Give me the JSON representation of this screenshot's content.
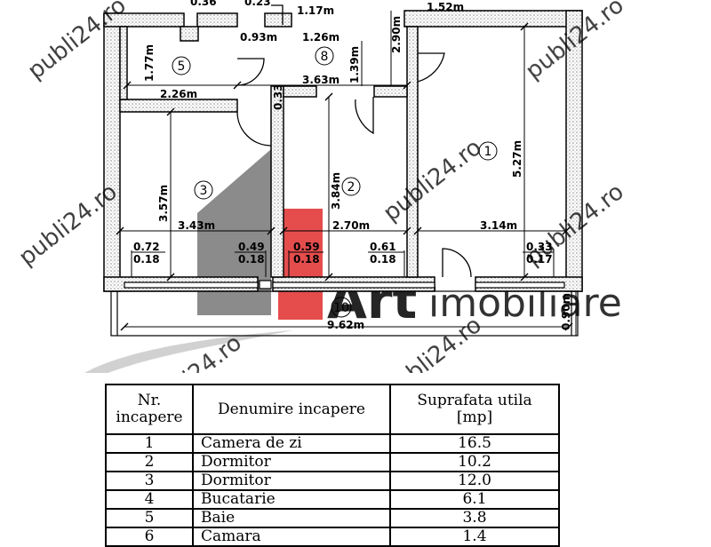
{
  "plan": {
    "dimensions": [
      "0.36",
      "0.23",
      "1.17m",
      "1.52m",
      "0.93m",
      "1.26m",
      "2.90m",
      "1.77m",
      "1.39m",
      "2.26m",
      "3.63m",
      "0.33",
      "5.27m",
      "3.57m",
      "3.84m",
      "3.43m",
      "2.70m",
      "3.14m",
      "0.72",
      "0.18",
      "0.49",
      "0.18",
      "0.59",
      "0.18",
      "0.61",
      "0.18",
      "0.33",
      "0.17",
      "9.62m",
      "0.90m"
    ],
    "room_numbers": [
      "1",
      "2",
      "3",
      "5",
      "8",
      "10"
    ]
  },
  "watermarks": {
    "site": "publi24.ro",
    "logo_art": "Art",
    "logo_text": "imobiliare"
  },
  "table": {
    "headers": [
      "Nr. incapere",
      "Denumire incapere",
      "Suprafata utila [mp]"
    ],
    "rows": [
      [
        "1",
        "Camera de zi",
        "16.5"
      ],
      [
        "2",
        "Dormitor",
        "10.2"
      ],
      [
        "3",
        "Dormitor",
        "12.0"
      ],
      [
        "4",
        "Bucatarie",
        "6.1"
      ],
      [
        "5",
        "Baie",
        "3.8"
      ],
      [
        "6",
        "Camara",
        "1.4"
      ]
    ]
  },
  "colors": {
    "wall_hatch": "#9a9a9a",
    "logo_red": "#e23a3a",
    "logo_grey": "#777777",
    "watermark": "#d9d9d9"
  }
}
